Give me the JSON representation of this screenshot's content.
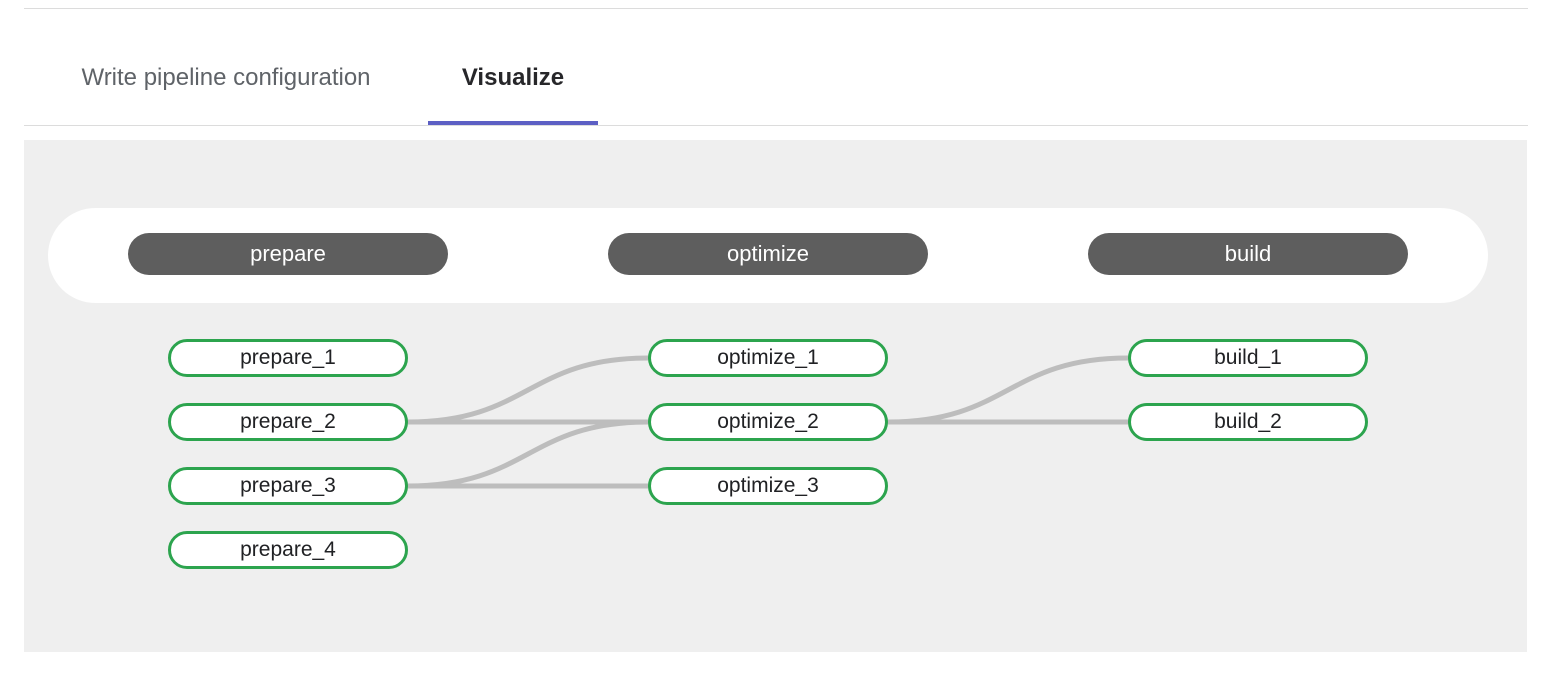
{
  "tabs": [
    {
      "id": "write",
      "label": "Write pipeline configuration",
      "active": false
    },
    {
      "id": "visualize",
      "label": "Visualize",
      "active": true
    }
  ],
  "colors": {
    "tab_active_underline": "#5c5fc4",
    "tab_active_text": "#27272a",
    "tab_inactive_text": "#5f6368",
    "panel_background": "#efefef",
    "stage_band": "#ffffff",
    "stage_pill": "#5e5e5e",
    "stage_pill_text": "#ffffff",
    "node_border": "#2ca44e",
    "node_background": "#ffffff",
    "node_text": "#202124",
    "edge_line": "#bdbdbd",
    "divider": "#dcdcdc"
  },
  "graph": {
    "stages": [
      {
        "name": "prepare",
        "jobs": [
          "prepare_1",
          "prepare_2",
          "prepare_3",
          "prepare_4"
        ]
      },
      {
        "name": "optimize",
        "jobs": [
          "optimize_1",
          "optimize_2",
          "optimize_3"
        ]
      },
      {
        "name": "build",
        "jobs": [
          "build_1",
          "build_2"
        ]
      }
    ],
    "edges": [
      {
        "from": "prepare_2",
        "to": "optimize_1"
      },
      {
        "from": "prepare_2",
        "to": "optimize_2"
      },
      {
        "from": "prepare_3",
        "to": "optimize_2"
      },
      {
        "from": "prepare_3",
        "to": "optimize_3"
      },
      {
        "from": "optimize_2",
        "to": "build_1"
      },
      {
        "from": "optimize_2",
        "to": "build_2"
      }
    ]
  }
}
